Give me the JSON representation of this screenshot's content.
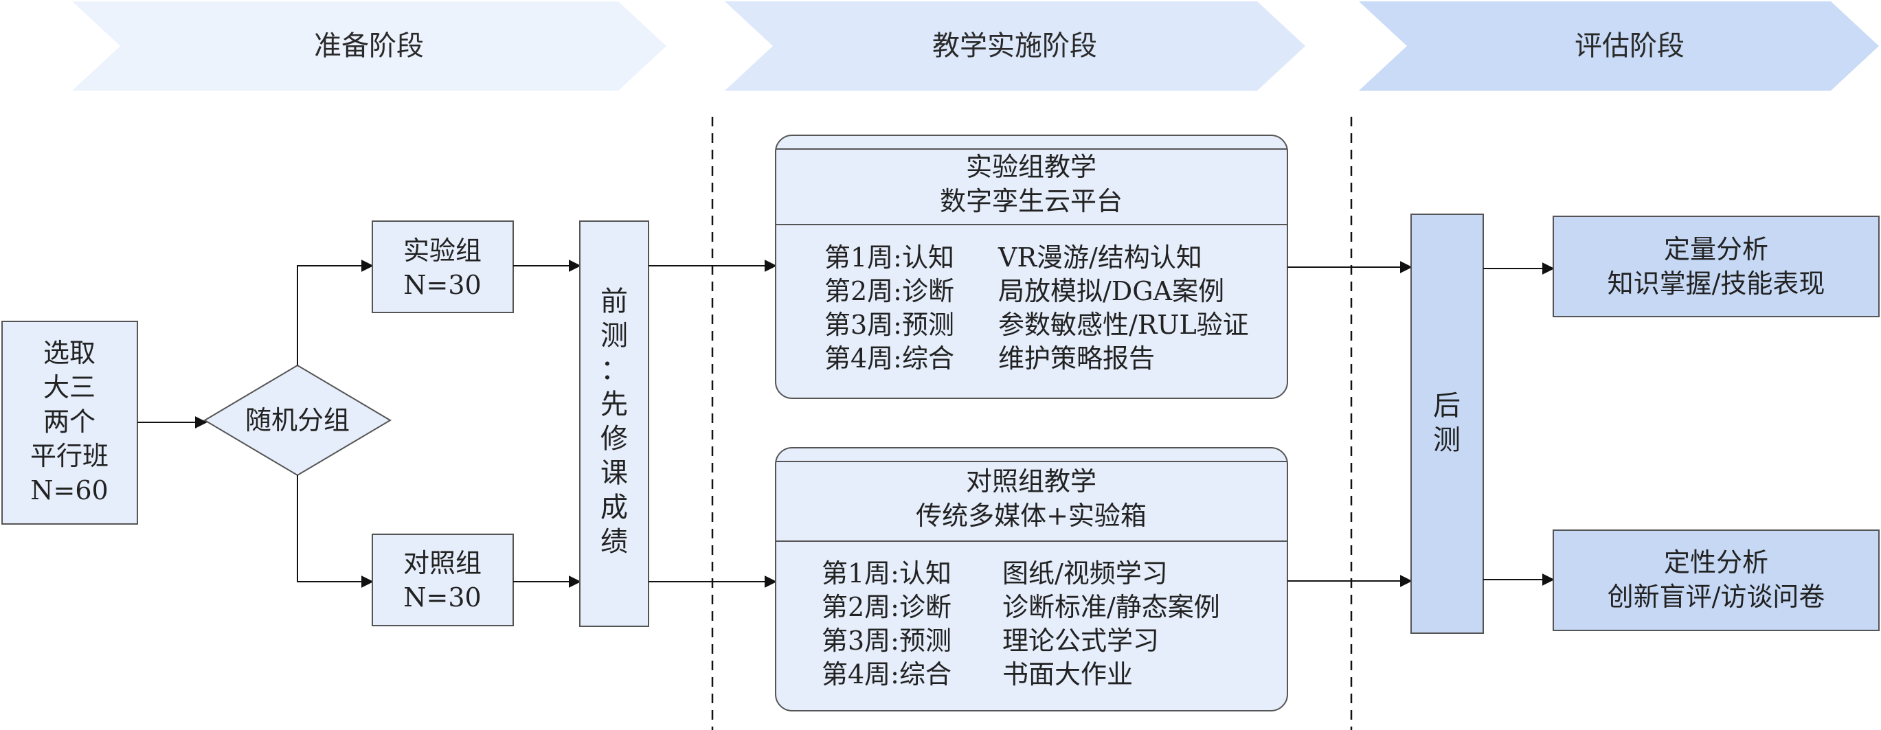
{
  "phases": [
    {
      "label": "准备阶段"
    },
    {
      "label": "教学实施阶段"
    },
    {
      "label": "评估阶段"
    }
  ],
  "start": {
    "lines": [
      "选取",
      "大三",
      "两个",
      "平行班",
      "N=60"
    ]
  },
  "decision": {
    "label": "随机分组"
  },
  "experimental_group": {
    "name": "实验组",
    "n": "N=30"
  },
  "control_group": {
    "name": "对照组",
    "n": "N=30"
  },
  "pretest": {
    "chars": [
      "前",
      "测",
      "：",
      "先",
      "修",
      "课",
      "成",
      "绩"
    ]
  },
  "experimental_teaching": {
    "title": "实验组教学",
    "subtitle": "数字孪生云平台",
    "weeks": [
      {
        "week": "第1周:认知",
        "content": "VR漫游/结构认知"
      },
      {
        "week": "第2周:诊断",
        "content": "局放模拟/DGA案例"
      },
      {
        "week": "第3周:预测",
        "content": "参数敏感性/RUL验证"
      },
      {
        "week": "第4周:综合",
        "content": "维护策略报告"
      }
    ]
  },
  "control_teaching": {
    "title": "对照组教学",
    "subtitle": "传统多媒体+实验箱",
    "weeks": [
      {
        "week": "第1周:认知",
        "content": "图纸/视频学习"
      },
      {
        "week": "第2周:诊断",
        "content": "诊断标准/静态案例"
      },
      {
        "week": "第3周:预测",
        "content": "理论公式学习"
      },
      {
        "week": "第4周:综合",
        "content": "书面大作业"
      }
    ]
  },
  "posttest": {
    "chars": [
      "后",
      "测"
    ]
  },
  "quantitative": {
    "title": "定量分析",
    "subtitle": "知识掌握/技能表现"
  },
  "qualitative": {
    "title": "定性分析",
    "subtitle": "创新盲评/访谈问卷"
  },
  "colors": {
    "phase1": "#edf3fd",
    "phase2": "#dde8fb",
    "phase3": "#c9dbf6",
    "box_fill": "#e6eefb",
    "box_fill_dark": "#c6d8f4",
    "stroke": "#555555"
  }
}
